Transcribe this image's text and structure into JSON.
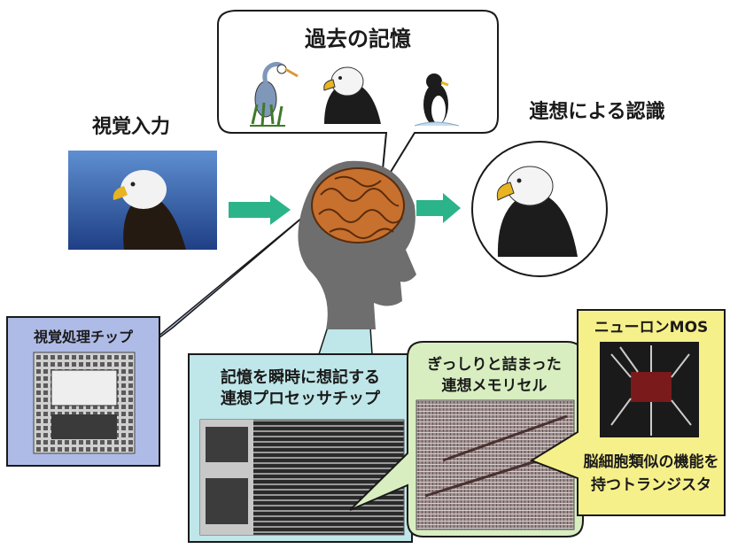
{
  "memory": {
    "title": "過去の記憶"
  },
  "input": {
    "label": "視覚入力"
  },
  "recognition": {
    "label": "連想による認識"
  },
  "vision_chip": {
    "label": "視覚処理チップ"
  },
  "associative_chip": {
    "line1": "記憶を瞬時に想記する",
    "line2": "連想プロセッサチップ"
  },
  "memory_cell": {
    "line1": "ぎっしりと詰まった",
    "line2": "連想メモリセル"
  },
  "neuron_mos": {
    "title": "ニューロンMOS",
    "line1": "脳細胞類似の機能を",
    "line2": "持つトランジスタ"
  },
  "colors": {
    "arrow": "#2bb38a",
    "vision_panel": "#aebbe6",
    "associative_panel": "#bfe6e8",
    "memory_cell_panel": "#d8eec0",
    "neuron_panel": "#f6f08a",
    "head": "#6e6e6e",
    "brain": "#c8702e"
  },
  "icons": [
    "heron-icon",
    "eagle-icon",
    "penguin-icon",
    "brain-icon",
    "head-silhouette-icon",
    "arrow-right-icon"
  ]
}
